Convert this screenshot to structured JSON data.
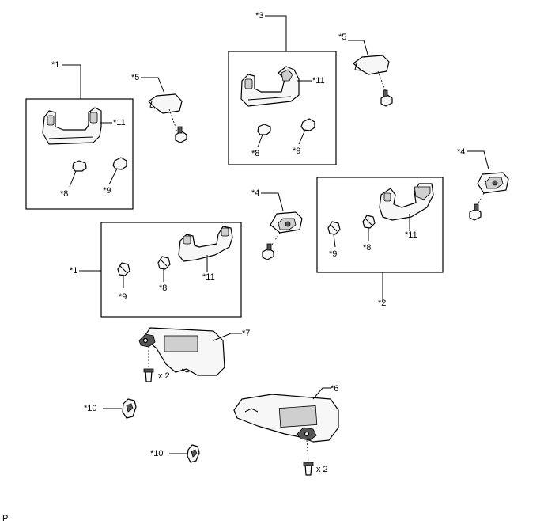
{
  "labels": {
    "ref1": "*1",
    "ref2": "*2",
    "ref3": "*3",
    "ref4": "*4",
    "ref5": "*5",
    "ref6": "*6",
    "ref7": "*7",
    "ref8": "*8",
    "ref9": "*9",
    "ref10": "*10",
    "ref11": "*11",
    "qty_x2": "x 2",
    "corner": "P"
  }
}
